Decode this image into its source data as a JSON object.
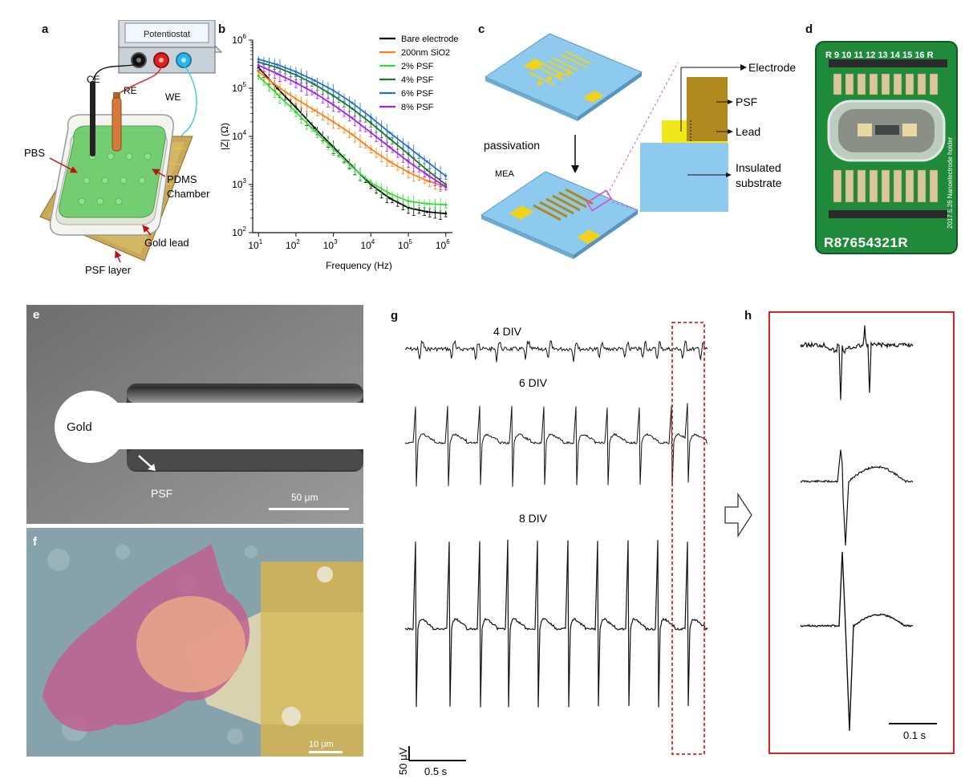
{
  "panel_labels": {
    "a": "a",
    "b": "b",
    "c": "c",
    "d": "d",
    "e": "e",
    "f": "f",
    "g": "g",
    "h": "h"
  },
  "panel_a": {
    "potentiostat": "Potentiostat",
    "ce": "CE",
    "re": "RE",
    "we": "WE",
    "pbs": "PBS",
    "pdms_1": "PDMS",
    "pdms_2": "Chamber",
    "gold_lead": "Gold lead",
    "psf_layer": "PSF layer"
  },
  "chart_data": {
    "type": "line",
    "xlabel": "Frequency (Hz)",
    "ylabel": "|Z| (Ω)",
    "xscale": "log",
    "yscale": "log",
    "xlim": [
      7,
      1500000
    ],
    "ylim": [
      100,
      1000000
    ],
    "x_ticks": [
      {
        "base": "10",
        "exp": "1",
        "v": 10
      },
      {
        "base": "10",
        "exp": "2",
        "v": 100
      },
      {
        "base": "10",
        "exp": "3",
        "v": 1000
      },
      {
        "base": "10",
        "exp": "4",
        "v": 10000
      },
      {
        "base": "10",
        "exp": "5",
        "v": 100000
      },
      {
        "base": "10",
        "exp": "6",
        "v": 1000000
      }
    ],
    "y_ticks": [
      {
        "base": "10",
        "exp": "2",
        "v": 100
      },
      {
        "base": "10",
        "exp": "3",
        "v": 1000
      },
      {
        "base": "10",
        "exp": "4",
        "v": 10000
      },
      {
        "base": "10",
        "exp": "5",
        "v": 100000
      },
      {
        "base": "10",
        "exp": "6",
        "v": 1000000
      }
    ],
    "x": [
      10,
      31.6,
      100,
      316,
      1000,
      3160,
      10000,
      31600,
      100000,
      316000,
      1000000
    ],
    "series": [
      {
        "name": "Bare electrode",
        "color": "#000000",
        "values": [
          270000,
          100000,
          40000,
          15000,
          6000,
          2400,
          1000,
          520,
          330,
          270,
          250
        ]
      },
      {
        "name": "200nm SiO2",
        "color": "#ff7f0e",
        "values": [
          220000,
          110000,
          60000,
          35000,
          20000,
          11000,
          5500,
          3000,
          1800,
          1200,
          900
        ]
      },
      {
        "name": "2% PSF",
        "color": "#33dd33",
        "values": [
          180000,
          75000,
          32000,
          13000,
          5500,
          2300,
          1100,
          650,
          450,
          400,
          380
        ]
      },
      {
        "name": "4% PSF",
        "color": "#1a7a1a",
        "values": [
          350000,
          270000,
          190000,
          120000,
          70000,
          38000,
          19000,
          9000,
          4300,
          2000,
          1000
        ]
      },
      {
        "name": "6% PSF",
        "color": "#1f6fd1",
        "values": [
          400000,
          310000,
          220000,
          145000,
          90000,
          50000,
          25000,
          12000,
          6000,
          3000,
          1500
        ]
      },
      {
        "name": "8% PSF",
        "color": "#a020f0",
        "values": [
          300000,
          200000,
          130000,
          80000,
          45000,
          24000,
          12000,
          6000,
          3000,
          1600,
          900
        ]
      }
    ]
  },
  "panel_c": {
    "passivation": "passivation",
    "mea": "MEA",
    "electrode": "Electrode",
    "psf": "PSF",
    "lead": "Lead",
    "insulated_1": "Insulated",
    "insulated_2": "substrate"
  },
  "panel_d": {
    "top_row": "R  9 10 11 12 13 14 15 16  R",
    "bottom_row": "R87654321R",
    "side_text": "2017.5.26 Nanoelectrode holder"
  },
  "panel_e": {
    "gold": "Gold",
    "psf": "PSF",
    "scale": "50 μm"
  },
  "panel_f": {
    "scale": "10 μm"
  },
  "panel_g": {
    "div4": "4 DIV",
    "div6": "6 DIV",
    "div8": "8 DIV",
    "scale_v": "50 μV",
    "scale_t": "0.5 s"
  },
  "panel_h": {
    "scale": "0.1 s"
  },
  "colors": {
    "substrate_blue": "#8ec9ee",
    "gold": "#f0d21e",
    "psf_brown": "#b08a1e",
    "red_box": "#e0201b",
    "pcb_green": "#1f8a3a"
  }
}
